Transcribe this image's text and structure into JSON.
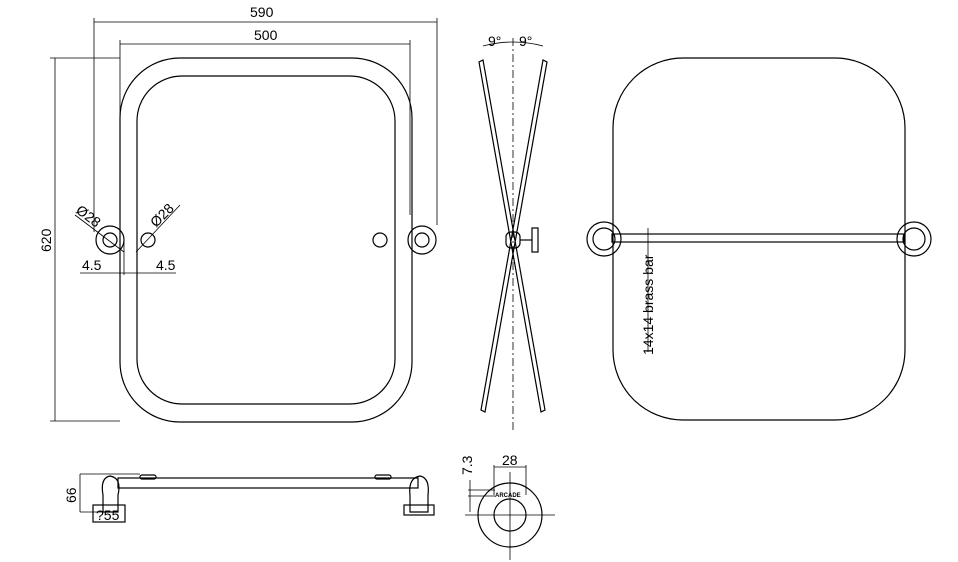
{
  "drawing": {
    "front_view": {
      "overall_width": "590",
      "inner_width": "500",
      "height": "620",
      "diameter_left": "Ø28",
      "diameter_right": "Ø28",
      "offset_left": "4.5",
      "offset_right": "4.5"
    },
    "side_view": {
      "tilt_left": "9°",
      "tilt_right": "9°"
    },
    "rear_view": {
      "bar_label": "14x14 brass bar"
    },
    "bottom_view": {
      "depth": "66",
      "bracket": "?55"
    },
    "detail_view": {
      "offset": "7.3",
      "diameter": "28",
      "engraving": "ARCADE"
    }
  }
}
